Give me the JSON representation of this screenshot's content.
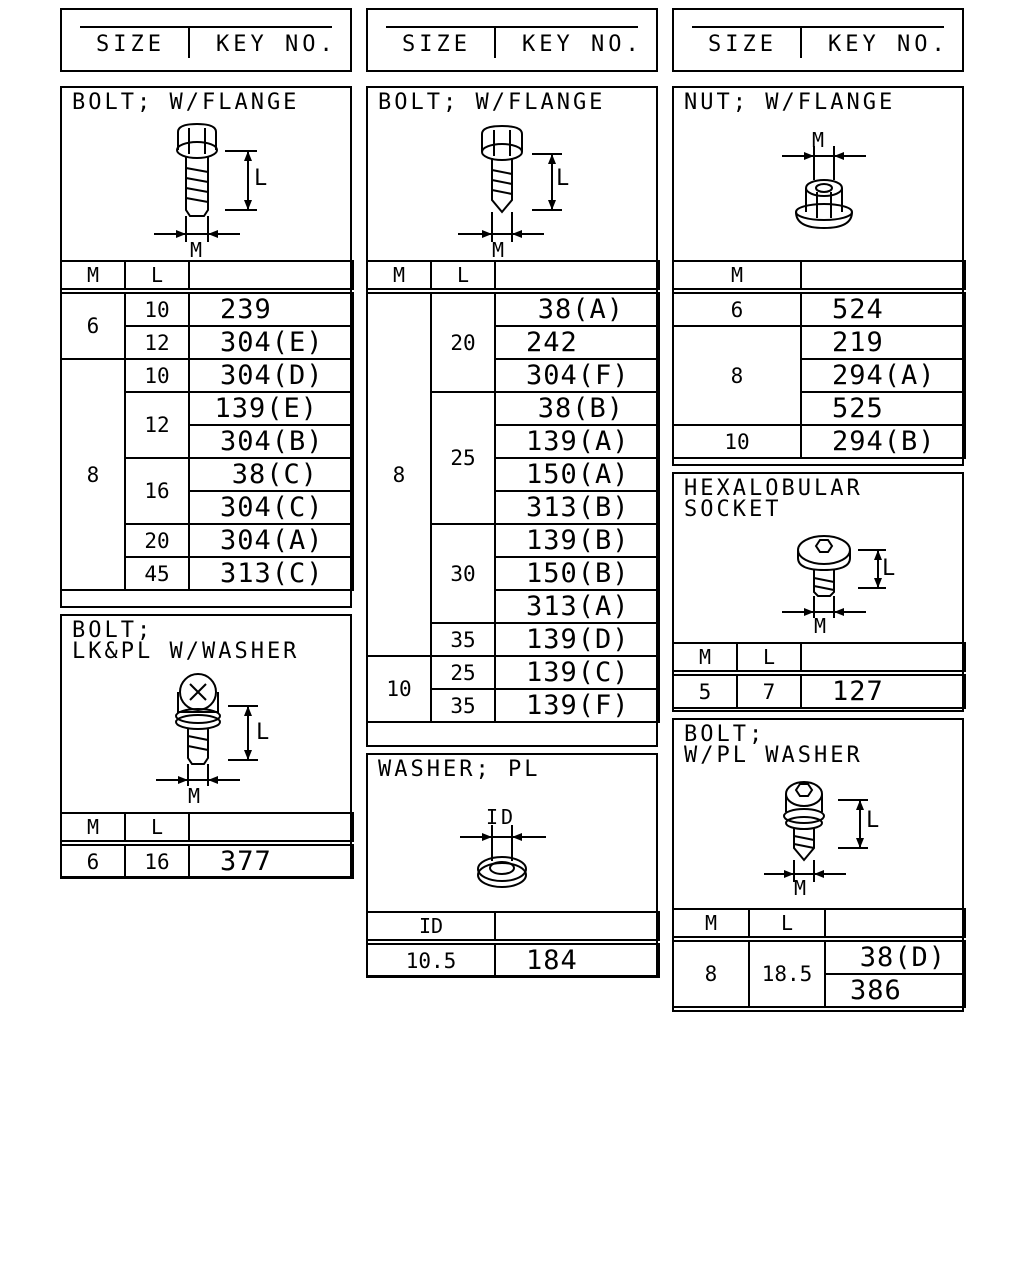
{
  "header": {
    "size_label": "SIZE",
    "key_label": "KEY NO."
  },
  "col_labels": {
    "m": "M",
    "l": "L",
    "id": "ID"
  },
  "dim_labels": {
    "m": "M",
    "l": "L",
    "id": "ID"
  },
  "bolt_flange_1": {
    "title": "BOLT; W/FLANGE",
    "rows": [
      {
        "m": "6",
        "l": "10",
        "key": "239"
      },
      {
        "m": "6",
        "l": "12",
        "key": "304(E)"
      },
      {
        "m": "8",
        "l": "10",
        "key": "304(D)"
      },
      {
        "m": "8",
        "l": "12",
        "key": "139(E)"
      },
      {
        "m": "8",
        "l": "12",
        "key": "304(B)"
      },
      {
        "m": "8",
        "l": "16",
        "key": "38(C)"
      },
      {
        "m": "8",
        "l": "16",
        "key": "304(C)"
      },
      {
        "m": "8",
        "l": "20",
        "key": "304(A)"
      },
      {
        "m": "8",
        "l": "45",
        "key": "313(C)"
      }
    ]
  },
  "bolt_lkpl_washer": {
    "title": "BOLT;\nLK&PL W/WASHER",
    "rows": [
      {
        "m": "6",
        "l": "16",
        "key": "377"
      }
    ]
  },
  "bolt_flange_2": {
    "title": "BOLT; W/FLANGE",
    "rows": [
      {
        "m": "8",
        "l": "20",
        "key": "38(A)"
      },
      {
        "m": "8",
        "l": "20",
        "key": "242"
      },
      {
        "m": "8",
        "l": "20",
        "key": "304(F)"
      },
      {
        "m": "8",
        "l": "25",
        "key": "38(B)"
      },
      {
        "m": "8",
        "l": "25",
        "key": "139(A)"
      },
      {
        "m": "8",
        "l": "25",
        "key": "150(A)"
      },
      {
        "m": "8",
        "l": "25",
        "key": "313(B)"
      },
      {
        "m": "8",
        "l": "30",
        "key": "139(B)"
      },
      {
        "m": "8",
        "l": "30",
        "key": "150(B)"
      },
      {
        "m": "8",
        "l": "30",
        "key": "313(A)"
      },
      {
        "m": "8",
        "l": "35",
        "key": "139(D)"
      },
      {
        "m": "10",
        "l": "25",
        "key": "139(C)"
      },
      {
        "m": "10",
        "l": "35",
        "key": "139(F)"
      }
    ]
  },
  "washer_pl": {
    "title": "WASHER; PL",
    "rows": [
      {
        "id": "10.5",
        "key": "184"
      }
    ]
  },
  "nut_flange": {
    "title": "NUT; W/FLANGE",
    "rows": [
      {
        "m": "6",
        "key": "524"
      },
      {
        "m": "8",
        "key": "219"
      },
      {
        "m": "8",
        "key": "294(A)"
      },
      {
        "m": "8",
        "key": "525"
      },
      {
        "m": "10",
        "key": "294(B)"
      }
    ]
  },
  "hexalobular": {
    "title": "HEXALOBULAR\nSOCKET",
    "rows": [
      {
        "m": "5",
        "l": "7",
        "key": "127"
      }
    ]
  },
  "bolt_pl_washer": {
    "title": "BOLT;\nW/PL WASHER",
    "rows": [
      {
        "m": "8",
        "l": "18.5",
        "key": "38(D)"
      },
      {
        "m": "8",
        "l": "18.5",
        "key": "386"
      }
    ]
  }
}
